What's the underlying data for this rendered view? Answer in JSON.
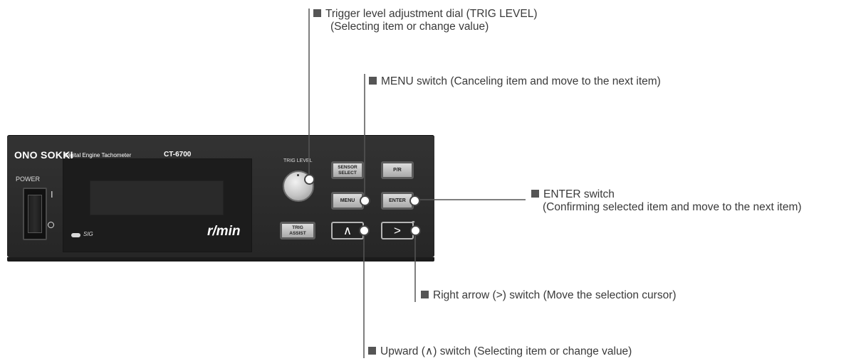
{
  "device": {
    "brand": "ONO SOKKI",
    "product_name": "Digital Engine Tachometer",
    "model": "CT-6700",
    "power_label": "POWER",
    "power_on_mark": "I",
    "trig_level_label": "TRIG LEVEL",
    "sig_label": "SIG",
    "unit_label": "r/min",
    "buttons": {
      "sensor_select": "SENSOR\nSELECT",
      "pr": "P/R",
      "menu": "MENU",
      "enter": "ENTER",
      "trig_assist": "TRIG\nASSIST",
      "up": "∧",
      "right": ">"
    }
  },
  "callouts": {
    "trig_level": {
      "line1": "Trigger level adjustment dial (TRIG LEVEL)",
      "line2": "(Selecting item or change value)"
    },
    "menu": {
      "line1": "MENU switch (Canceling item and move to the next item)"
    },
    "enter": {
      "line1": "ENTER switch",
      "line2": "(Confirming selected item and move to the next item)"
    },
    "right": {
      "line1": "Right arrow (>) switch (Move the selection cursor)"
    },
    "up": {
      "line1": "Upward (∧) switch  (Selecting item or change value)"
    }
  },
  "colors": {
    "panel": "#2e2e2e",
    "callout_text": "#3a3a3a",
    "leader_line": "#555555",
    "button_face": "#c8c8c8"
  }
}
